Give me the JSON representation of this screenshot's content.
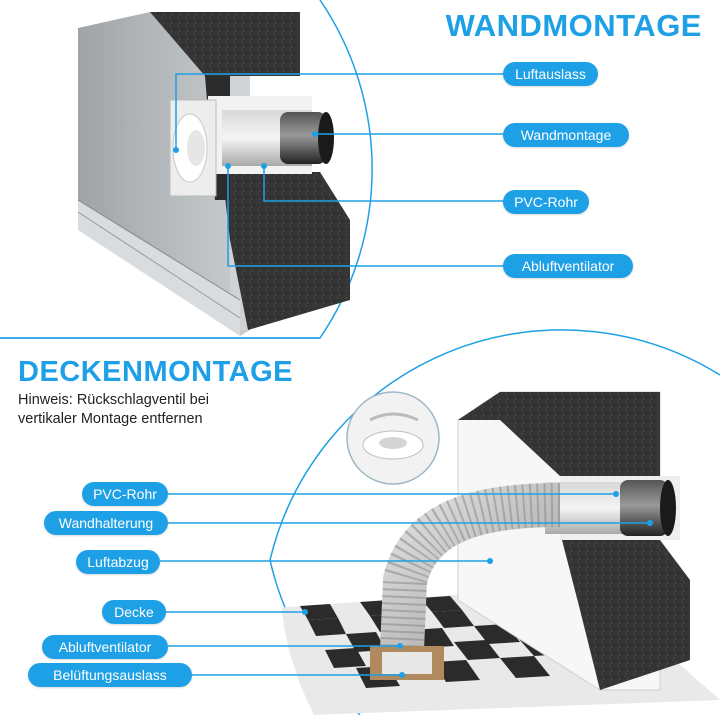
{
  "colors": {
    "accent": "#1ea0e6",
    "foam": "#3a3a3a",
    "wall": "#bfc3c6",
    "tile_dark": "#2b2b2b",
    "tile_light": "#e9e9e9"
  },
  "wall_mount": {
    "title": "WANDMONTAGE",
    "labels": {
      "outlet": "Luftauslass",
      "mount": "Wandmontage",
      "pipe": "PVC-Rohr",
      "fan": "Abluftventilator"
    }
  },
  "ceiling_mount": {
    "title": "DECKENMONTAGE",
    "hint_line1": "Hinweis: Rückschlagventil bei",
    "hint_line2": "vertikaler Montage entfernen",
    "labels": {
      "pipe": "PVC-Rohr",
      "bracket": "Wandhalterung",
      "exhaust": "Luftabzug",
      "ceiling": "Decke",
      "fan": "Abluftventilator",
      "vent": "Belüftungsauslass"
    }
  }
}
